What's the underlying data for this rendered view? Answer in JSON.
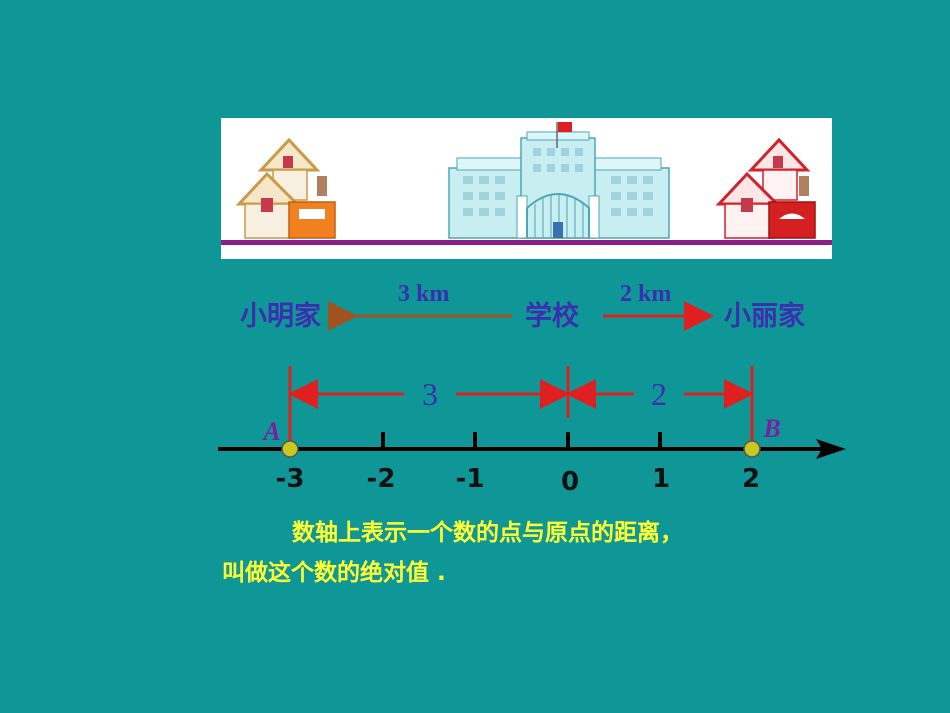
{
  "scene": {
    "school_sign_left": "",
    "school_sign_right": ""
  },
  "places": {
    "left_home": "小明家",
    "school": "学校",
    "right_home": "小丽家"
  },
  "distances": {
    "left_km": "3 km",
    "right_km": "2 km"
  },
  "number_line": {
    "ticks": [
      "-3",
      "-2",
      "-1",
      "0",
      "1",
      "2"
    ],
    "point_a": "A",
    "point_b": "B",
    "dist_left": "3",
    "dist_right": "2"
  },
  "definition": {
    "line1": "数轴上表示一个数的点与原点的距离，",
    "line2": "叫做这个数的绝对值 ."
  },
  "colors": {
    "background": "#0f9797",
    "arrow_left": "#a0521f",
    "arrow_right": "#e02020",
    "measure": "#e02020",
    "definition_text": "#ffff33",
    "point_fill": "#c8c81e"
  }
}
